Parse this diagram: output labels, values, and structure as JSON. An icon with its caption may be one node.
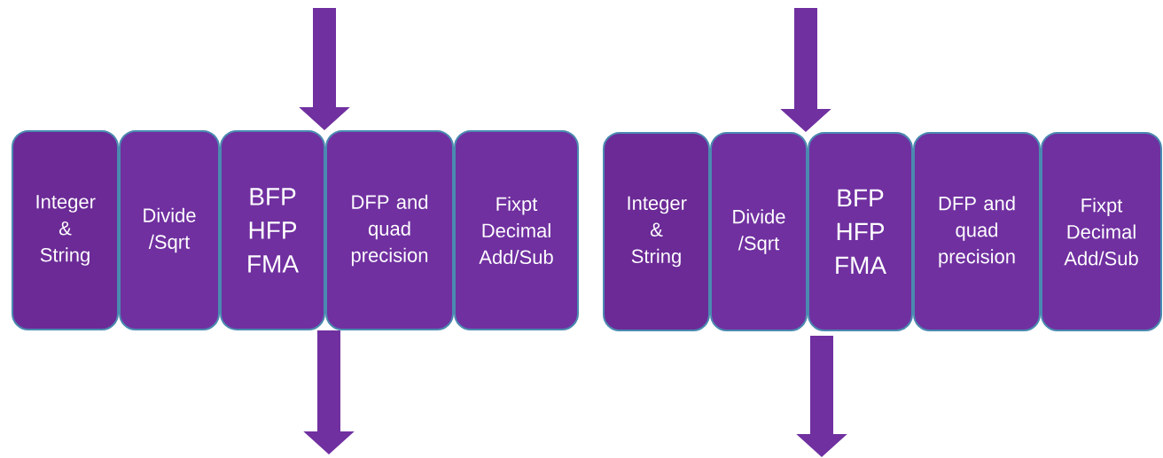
{
  "diagram": {
    "nodes": [
      {
        "text": [
          "Integer & String"
        ]
      },
      {
        "text": [
          "Divide /Sqrt"
        ]
      },
      {
        "text": [
          "BFP HFP FMA"
        ]
      },
      {
        "text": [
          "DFP and quad precision"
        ]
      },
      {
        "text": [
          "Fixpt Decimal Add/Sub"
        ]
      },
      {
        "text": [
          "Integer & String"
        ]
      },
      {
        "text": [
          "Divide /Sqrt"
        ]
      },
      {
        "text": [
          "BFP HFP FMA"
        ]
      },
      {
        "text": [
          "DFP and quad precision"
        ]
      },
      {
        "text": [
          "Fixpt Decimal Add/Sub"
        ]
      }
    ],
    "edges": [
      {
        "from": null,
        "to": 2,
        "arrow": "to"
      },
      {
        "from": 2,
        "to": null,
        "arrow": "to"
      },
      {
        "from": null,
        "to": 7,
        "arrow": "to"
      },
      {
        "from": 7,
        "to": null,
        "arrow": "to"
      }
    ]
  }
}
